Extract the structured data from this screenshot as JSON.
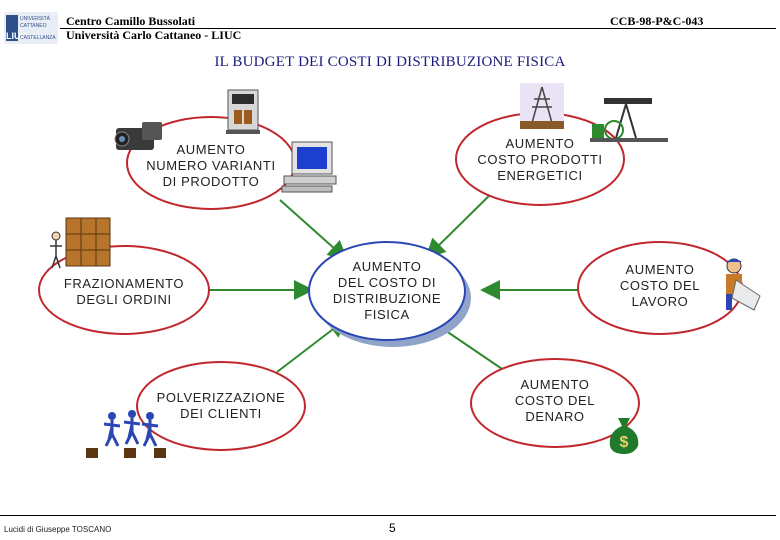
{
  "header": {
    "logo_text": [
      "UNIVERSITÀ",
      "CATTANEO",
      "LIUC",
      "CASTELLANZA"
    ],
    "org_line1": "Centro Camillo Bussolati",
    "org_line2": "Università Carlo Cattaneo - LIUC",
    "code": "CCB-98-P&C-043"
  },
  "title": "IL BUDGET DEI COSTI DI DISTRIBUZIONE FISICA",
  "center": {
    "lines": [
      "AUMENTO",
      "DEL COSTO DI",
      "DISTRIBUZIONE",
      "FISICA"
    ]
  },
  "nodes": {
    "varianti": {
      "lines": [
        "AUMENTO",
        "NUMERO VARIANTI",
        "DI PRODOTTO"
      ]
    },
    "energetici": {
      "lines": [
        "AUMENTO",
        "COSTO PRODOTTI",
        "ENERGETICI"
      ]
    },
    "frazionamento": {
      "lines": [
        "FRAZIONAMENTO",
        "DEGLI ORDINI"
      ]
    },
    "lavoro": {
      "lines": [
        "AUMENTO",
        "COSTO DEL",
        "LAVORO"
      ]
    },
    "clienti": {
      "lines": [
        "POLVERIZZAZIONE",
        "DEI CLIENTI"
      ]
    },
    "denaro": {
      "lines": [
        "AUMENTO",
        "COSTO DEL",
        "DENARO"
      ]
    }
  },
  "colors": {
    "ellipse_border": "#c0282d",
    "center_border": "#2b46b5",
    "arrow": "#2f8a2f",
    "center_shadow": "#8fa4c8"
  },
  "footer": {
    "author": "Lucidi di Giuseppe TOSCANO",
    "page": "5"
  },
  "icons": [
    "logo-icon",
    "camcorder-icon",
    "coffee-machine-icon",
    "computer-icon",
    "power-pylon-icon",
    "oil-pump-icon",
    "warehouse-shelves-icon",
    "worker-icon",
    "people-group-icon",
    "money-bag-icon"
  ]
}
